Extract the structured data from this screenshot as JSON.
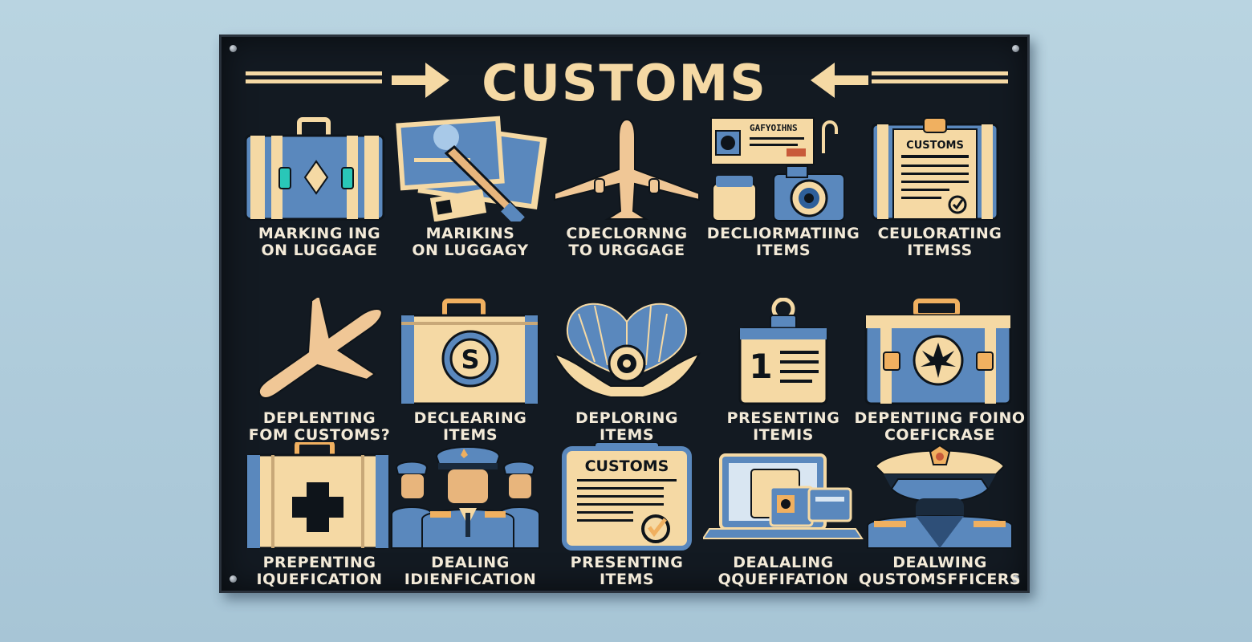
{
  "sign": {
    "title": "CUSTOMS",
    "colors": {
      "board": "#131a22",
      "cream": "#f5d9a4",
      "blue": "#5a88bd",
      "text": "#f3ead8"
    }
  },
  "cells": [
    {
      "icon": "suitcase-icon",
      "line1": "MARKING ING",
      "line2": "ON LUGGAGE"
    },
    {
      "icon": "documents-stamp-icon",
      "line1": "MARIKINS",
      "line2": "ON LUGGAGY"
    },
    {
      "icon": "airplane-icon",
      "line1": "CDECLORNNG",
      "line2": "TO URGGAGE"
    },
    {
      "icon": "id-card-camera-icon",
      "line1": "DECLIORMATIING",
      "line2": "ITEMS",
      "card_text": "GAFYOIHNS"
    },
    {
      "icon": "customs-clipboard-suitcase-icon",
      "line1": "CEULORATING",
      "line2": "ITEMSS",
      "card_text": "CUSTOMS"
    },
    {
      "icon": "airplane-icon",
      "line1": "DEPLENTING",
      "line2": "FOM CUSTOMS?"
    },
    {
      "icon": "coin-suitcase-icon",
      "line1": "DECLEARING",
      "line2": "ITEMS",
      "badge_text": "S"
    },
    {
      "icon": "eagle-emblem-icon",
      "line1": "DEPLORING",
      "line2": "ITEMS"
    },
    {
      "icon": "tag-icon",
      "line1": "PRESENTING",
      "line2": "ITEMIS",
      "badge_text": "1"
    },
    {
      "icon": "leaf-suitcase-icon",
      "line1": "DEPENTIING FOINO",
      "line2": "COEFICRASE"
    },
    {
      "icon": "first-aid-case-icon",
      "line1": "PREPENTING",
      "line2": "IQUEFICATION"
    },
    {
      "icon": "officers-icon",
      "line1": "DEALING",
      "line2": "IDIENFICATION"
    },
    {
      "icon": "customs-form-icon",
      "line1": "PRESENTING",
      "line2": "ITEMS",
      "card_text": "CUSTOMS"
    },
    {
      "icon": "laptop-cards-icon",
      "line1": "DEALALING",
      "line2": "QQUEFIFATION"
    },
    {
      "icon": "officer-cap-icon",
      "line1": "DEALWING",
      "line2": "QUSTOMSFFICERS"
    }
  ]
}
